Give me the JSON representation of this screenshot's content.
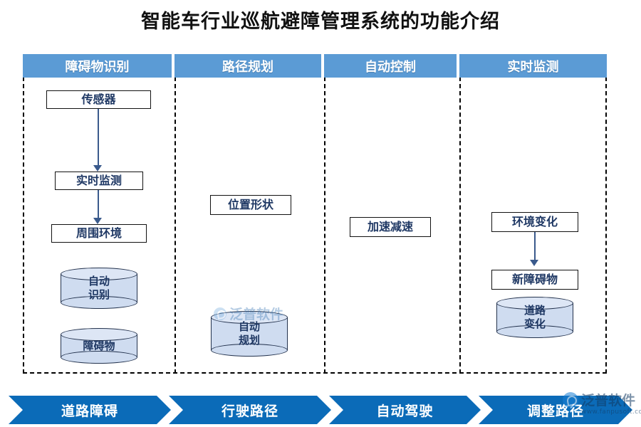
{
  "page": {
    "title": "智能车行业巡航避障管理系统的功能介绍",
    "accent_header": "#5b9bd5",
    "accent_ribbon": "#0b6bb8",
    "node_text_color": "#1f3864",
    "cylinder_fill": "#cfdcf0"
  },
  "columns": [
    {
      "header": "障碍物识别",
      "nodes": [
        {
          "label": "传感器"
        },
        {
          "label": "实时监测"
        },
        {
          "label": "周围环境"
        }
      ],
      "cylinders": [
        {
          "line1": "自动",
          "line2": "识别"
        },
        {
          "line1": "障碍物",
          "line2": ""
        }
      ]
    },
    {
      "header": "路径规划",
      "nodes": [
        {
          "label": "位置形状"
        }
      ],
      "cylinders": [
        {
          "line1": "自动",
          "line2": "规划"
        }
      ]
    },
    {
      "header": "自动控制",
      "nodes": [
        {
          "label": "加速减速"
        }
      ],
      "cylinders": []
    },
    {
      "header": "实时监测",
      "nodes": [
        {
          "label": "环境变化"
        },
        {
          "label": "新障碍物"
        }
      ],
      "cylinders": [
        {
          "line1": "道路",
          "line2": "变化"
        }
      ]
    }
  ],
  "ribbon": [
    {
      "label": "道路障碍"
    },
    {
      "label": "行驶路径"
    },
    {
      "label": "自动驾驶"
    },
    {
      "label": "调整路径"
    }
  ],
  "watermarks": {
    "center": {
      "text": "泛普软件",
      "url": ""
    },
    "bottom": {
      "text": "泛普软件",
      "url": "www.fanpusoft.com"
    }
  }
}
